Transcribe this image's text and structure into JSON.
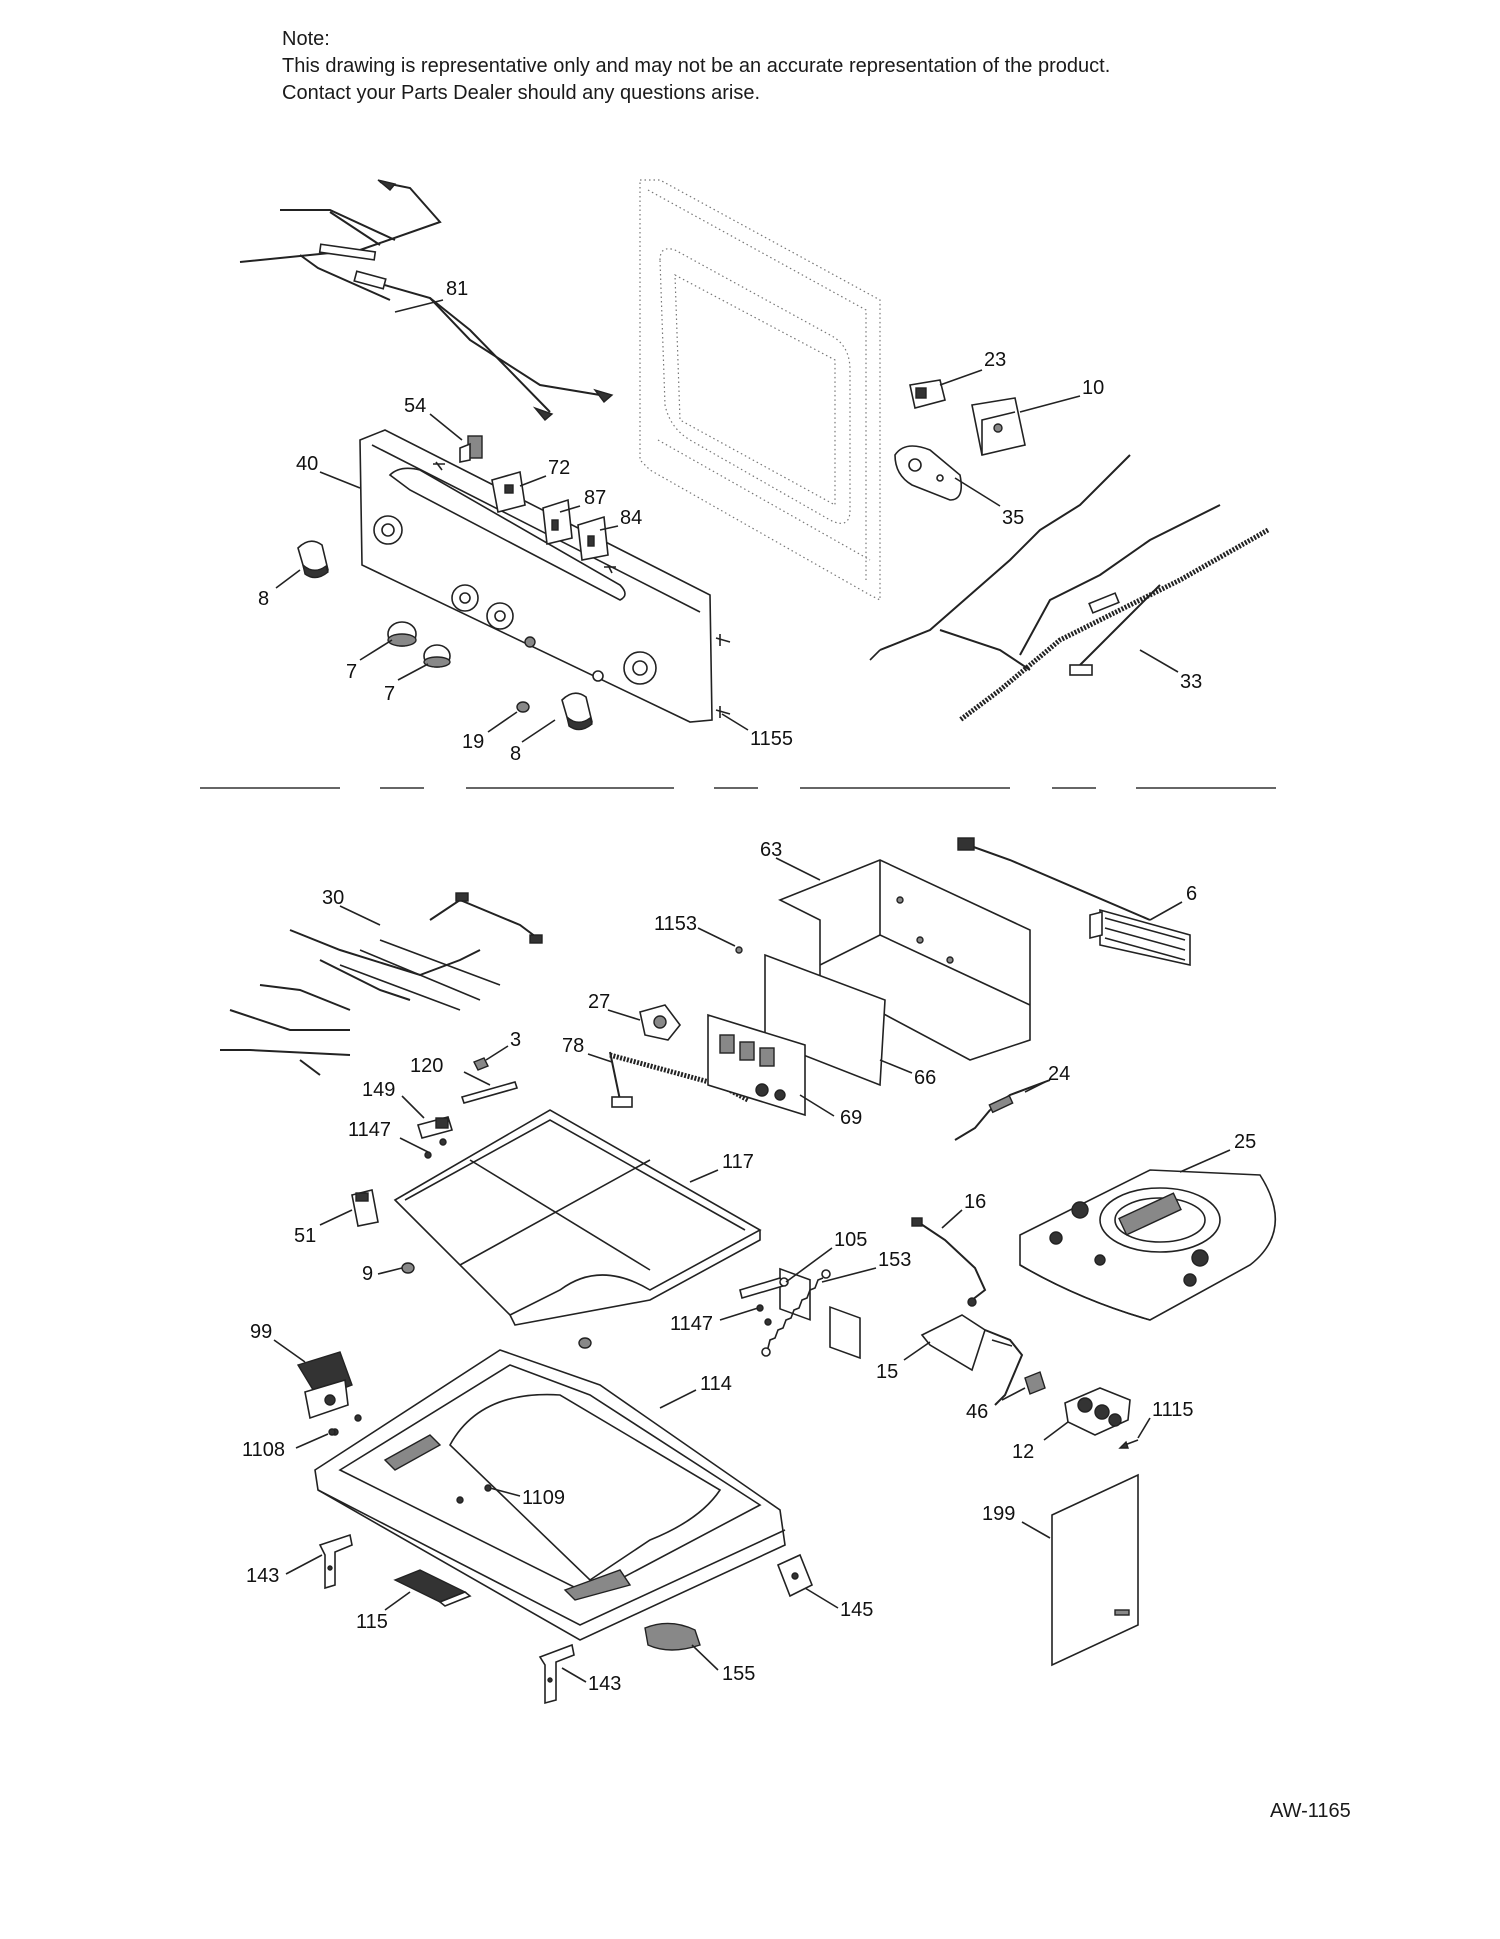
{
  "note": {
    "heading": "Note:",
    "line1": "This drawing is representative only and may not be an accurate representation of the product.",
    "line2": "Contact your Parts Dealer should any questions arise."
  },
  "doc_id": "AW-1165",
  "callouts": {
    "p81": "81",
    "p54": "54",
    "p40": "40",
    "p72": "72",
    "p87": "87",
    "p84": "84",
    "p8a": "8",
    "p7a": "7",
    "p7b": "7",
    "p19": "19",
    "p8b": "8",
    "p1155": "1155",
    "p23": "23",
    "p10": "10",
    "p35": "35",
    "p33": "33",
    "p63": "63",
    "p6": "6",
    "p30": "30",
    "p1153": "1153",
    "p27": "27",
    "p3": "3",
    "p78": "78",
    "p66": "66",
    "p120": "120",
    "p149": "149",
    "p69": "69",
    "p24": "24",
    "p1147a": "1147",
    "p117": "117",
    "p25": "25",
    "p51": "51",
    "p16": "16",
    "p9": "9",
    "p105": "105",
    "p153": "153",
    "p1147b": "1147",
    "p99": "99",
    "p114": "114",
    "p15": "15",
    "p46": "46",
    "p1115": "1115",
    "p12": "12",
    "p1108": "1108",
    "p1109": "1109",
    "p199": "199",
    "p143a": "143",
    "p145": "145",
    "p115": "115",
    "p143b": "143",
    "p155": "155"
  }
}
